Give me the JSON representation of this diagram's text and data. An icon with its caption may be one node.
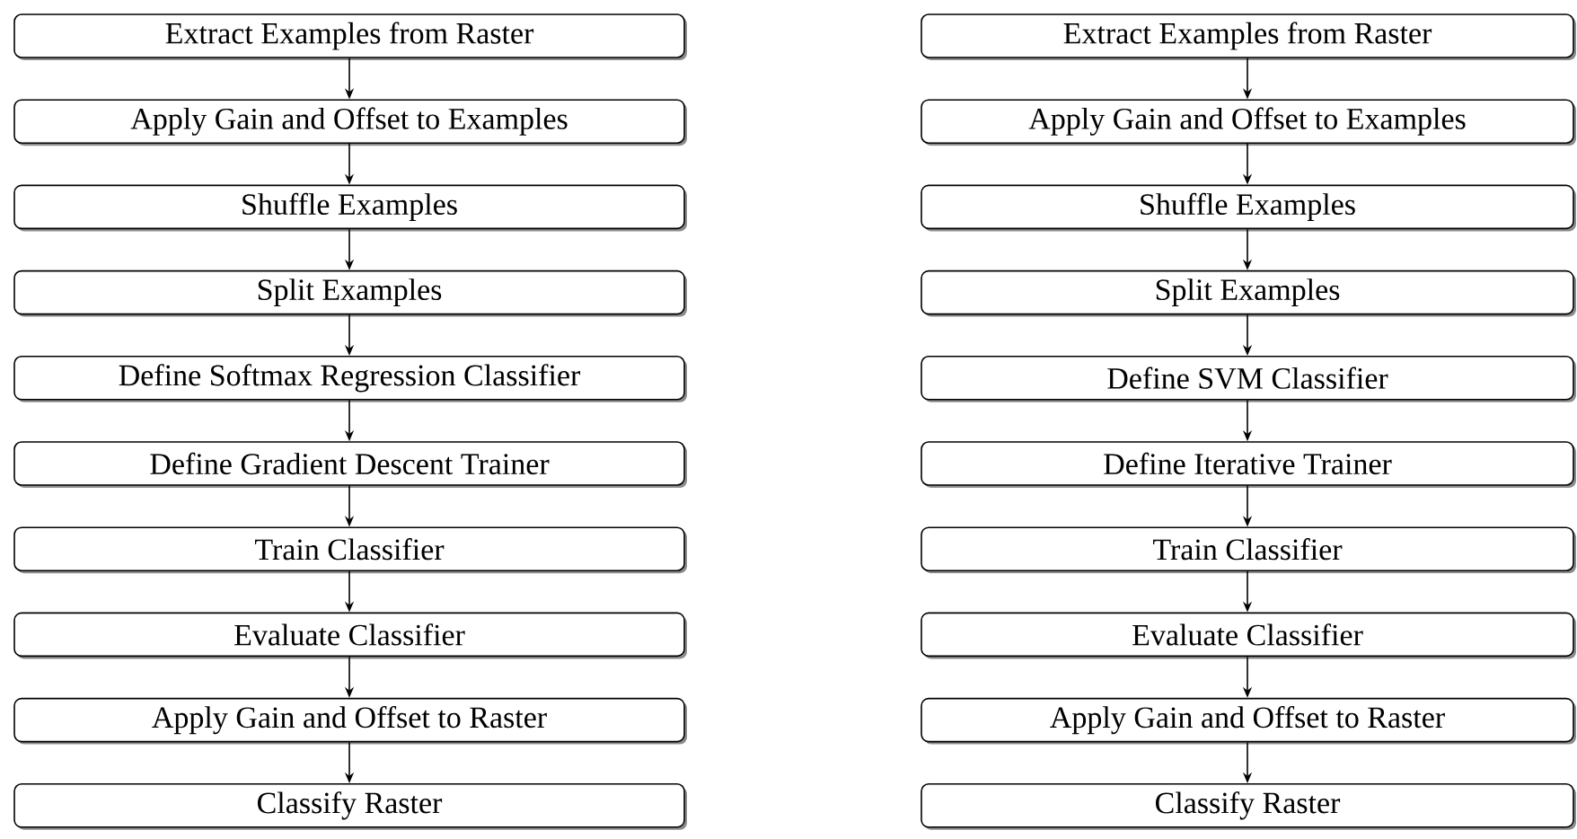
{
  "diagram": {
    "nodes": [
      {
        "text": [
          "Extract Examples from Raster"
        ]
      },
      {
        "text": [
          "Apply Gain and Offset to Examples"
        ]
      },
      {
        "text": [
          "Shuffle Examples"
        ]
      },
      {
        "text": [
          "Split Examples"
        ]
      },
      {
        "text": [
          "Define Softmax Regression Classifier"
        ]
      },
      {
        "text": [
          "Define Gradient Descent Trainer"
        ]
      },
      {
        "text": [
          "Train Classifier"
        ]
      },
      {
        "text": [
          "Evaluate Classifier"
        ]
      },
      {
        "text": [
          "Apply Gain and Offset to Raster"
        ]
      },
      {
        "text": [
          "Classify Raster"
        ]
      },
      {
        "text": [
          "Extract Examples from Raster"
        ]
      },
      {
        "text": [
          "Apply Gain and Offset to Examples"
        ]
      },
      {
        "text": [
          "Shuffle Examples"
        ]
      },
      {
        "text": [
          "Split Examples"
        ]
      },
      {
        "text": [
          "Define SVM Classifier"
        ]
      },
      {
        "text": [
          "Define Iterative Trainer"
        ]
      },
      {
        "text": [
          "Train Classifier"
        ]
      },
      {
        "text": [
          "Evaluate Classifier"
        ]
      },
      {
        "text": [
          "Apply Gain and Offset to Raster"
        ]
      },
      {
        "text": [
          "Classify Raster"
        ]
      }
    ],
    "edges": [
      {
        "from": 0,
        "to": 1,
        "arrow": "to"
      },
      {
        "from": 1,
        "to": 2,
        "arrow": "to"
      },
      {
        "from": 2,
        "to": 3,
        "arrow": "to"
      },
      {
        "from": 3,
        "to": 4,
        "arrow": "to"
      },
      {
        "from": 4,
        "to": 5,
        "arrow": "to"
      },
      {
        "from": 5,
        "to": 6,
        "arrow": "to"
      },
      {
        "from": 6,
        "to": 7,
        "arrow": "to"
      },
      {
        "from": 7,
        "to": 8,
        "arrow": "to"
      },
      {
        "from": 8,
        "to": 9,
        "arrow": "to"
      },
      {
        "from": 10,
        "to": 11,
        "arrow": "to"
      },
      {
        "from": 11,
        "to": 12,
        "arrow": "to"
      },
      {
        "from": 12,
        "to": 13,
        "arrow": "to"
      },
      {
        "from": 13,
        "to": 14,
        "arrow": "to"
      },
      {
        "from": 14,
        "to": 15,
        "arrow": "to"
      },
      {
        "from": 15,
        "to": 16,
        "arrow": "to"
      },
      {
        "from": 16,
        "to": 17,
        "arrow": "to"
      },
      {
        "from": 17,
        "to": 18,
        "arrow": "to"
      },
      {
        "from": 18,
        "to": 19,
        "arrow": "to"
      }
    ]
  }
}
